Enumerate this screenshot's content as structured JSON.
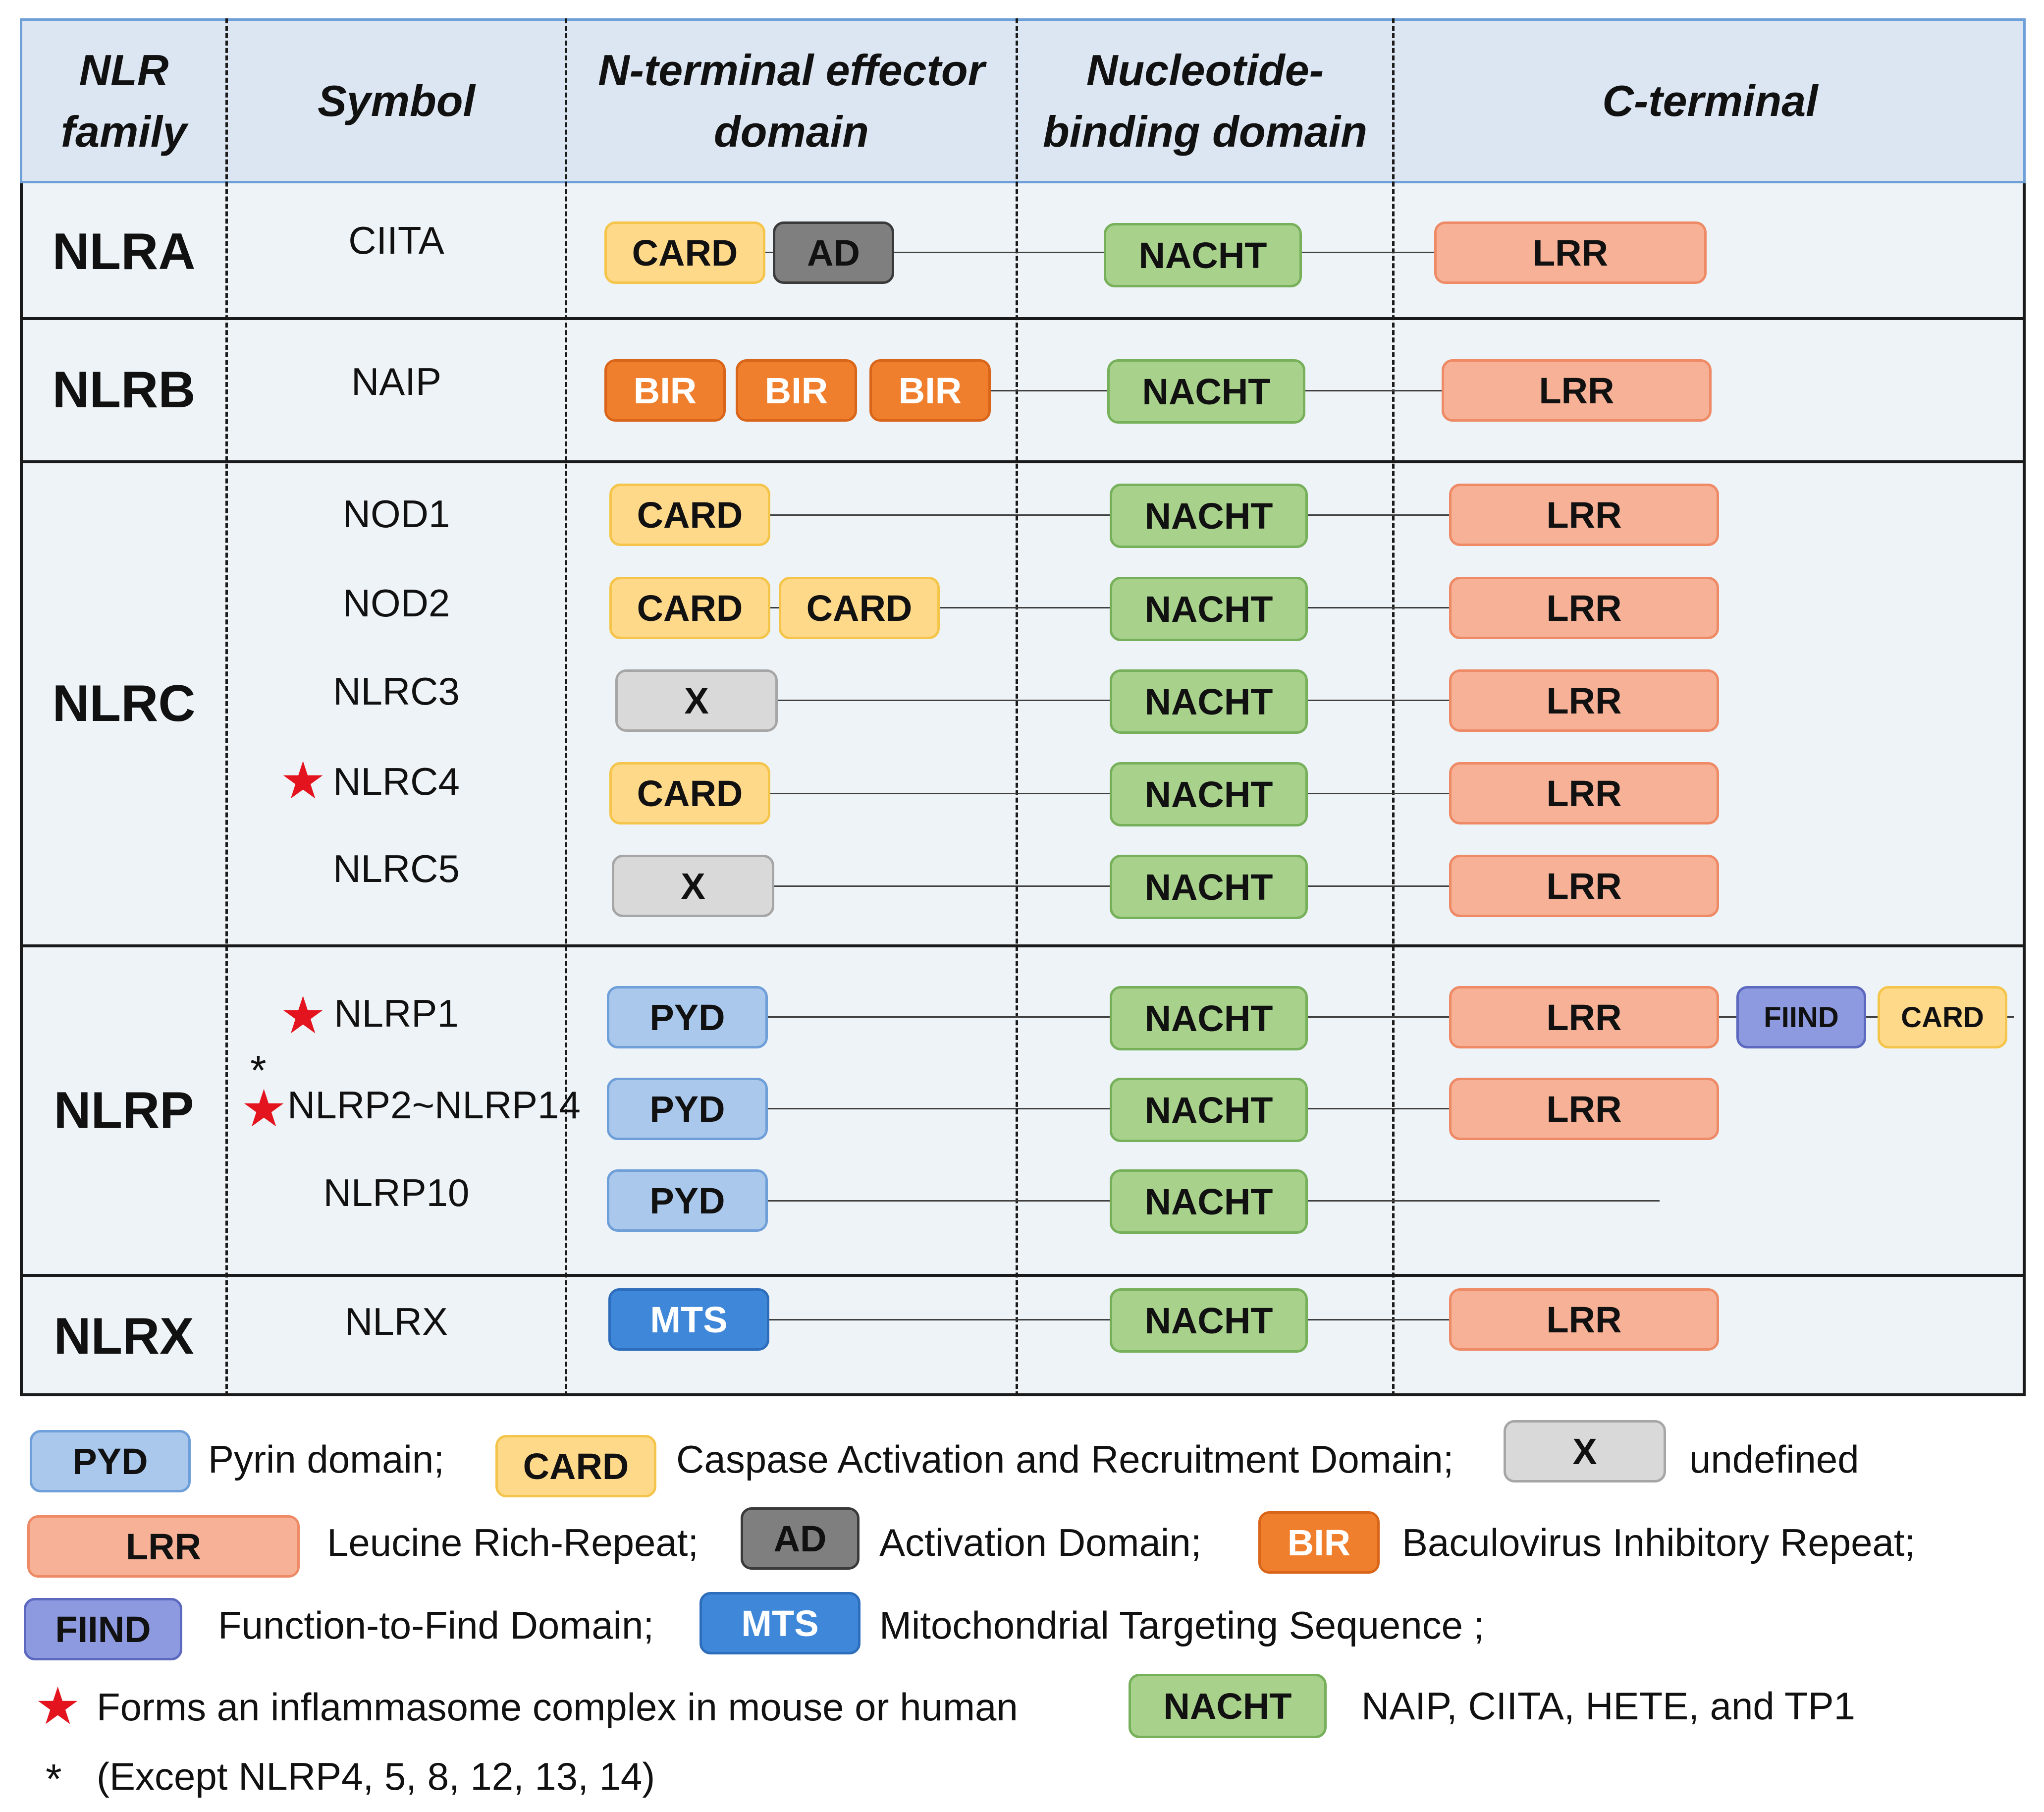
{
  "header": {
    "family": "NLR\nfamily",
    "symbol": "Symbol",
    "n_terminal": "N-terminal effector\ndomain",
    "nucleotide": "Nucleotide-\nbinding domain",
    "c_terminal": "C-terminal"
  },
  "families": [
    "NLRA",
    "NLRB",
    "NLRC",
    "NLRP",
    "NLRX"
  ],
  "rows": [
    {
      "family": "NLRA",
      "symbol": "CIITA",
      "inflammasome": false,
      "n_terminal": [
        "CARD",
        "AD"
      ],
      "nucleotide": "NACHT",
      "c_terminal": [
        "LRR"
      ]
    },
    {
      "family": "NLRB",
      "symbol": "NAIP",
      "inflammasome": false,
      "n_terminal": [
        "BIR",
        "BIR",
        "BIR"
      ],
      "nucleotide": "NACHT",
      "c_terminal": [
        "LRR"
      ]
    },
    {
      "family": "NLRC",
      "symbol": "NOD1",
      "inflammasome": false,
      "n_terminal": [
        "CARD"
      ],
      "nucleotide": "NACHT",
      "c_terminal": [
        "LRR"
      ]
    },
    {
      "family": "NLRC",
      "symbol": "NOD2",
      "inflammasome": false,
      "n_terminal": [
        "CARD",
        "CARD"
      ],
      "nucleotide": "NACHT",
      "c_terminal": [
        "LRR"
      ]
    },
    {
      "family": "NLRC",
      "symbol": "NLRC3",
      "inflammasome": false,
      "n_terminal": [
        "X"
      ],
      "nucleotide": "NACHT",
      "c_terminal": [
        "LRR"
      ]
    },
    {
      "family": "NLRC",
      "symbol": "NLRC4",
      "inflammasome": true,
      "n_terminal": [
        "CARD"
      ],
      "nucleotide": "NACHT",
      "c_terminal": [
        "LRR"
      ]
    },
    {
      "family": "NLRC",
      "symbol": "NLRC5",
      "inflammasome": false,
      "n_terminal": [
        "X"
      ],
      "nucleotide": "NACHT",
      "c_terminal": [
        "LRR"
      ]
    },
    {
      "family": "NLRP",
      "symbol": "NLRP1",
      "inflammasome": true,
      "n_terminal": [
        "PYD"
      ],
      "nucleotide": "NACHT",
      "c_terminal": [
        "LRR",
        "FIIND",
        "CARD"
      ]
    },
    {
      "family": "NLRP",
      "symbol": "NLRP2~NLRP14",
      "inflammasome": true,
      "asterisk": "*",
      "n_terminal": [
        "PYD"
      ],
      "nucleotide": "NACHT",
      "c_terminal": [
        "LRR"
      ]
    },
    {
      "family": "NLRP",
      "symbol": "NLRP10",
      "inflammasome": false,
      "n_terminal": [
        "PYD"
      ],
      "nucleotide": "NACHT",
      "c_terminal": []
    },
    {
      "family": "NLRX",
      "symbol": "NLRX",
      "inflammasome": false,
      "n_terminal": [
        "MTS"
      ],
      "nucleotide": "NACHT",
      "c_terminal": [
        "LRR"
      ]
    }
  ],
  "legend": {
    "pyd": {
      "label": "PYD",
      "text": "Pyrin domain;"
    },
    "card": {
      "label": "CARD",
      "text": "Caspase Activation and Recruitment Domain;"
    },
    "x": {
      "label": "X",
      "text": "undefined"
    },
    "lrr": {
      "label": "LRR",
      "text": "Leucine Rich-Repeat;"
    },
    "ad": {
      "label": "AD",
      "text": "Activation  Domain;"
    },
    "bir": {
      "label": "BIR",
      "text": "Baculovirus Inhibitory Repeat;"
    },
    "fiind": {
      "label": "FIIND",
      "text": "Function-to-Find Domain;"
    },
    "mts": {
      "label": "MTS",
      "text": "Mitochondrial Targeting Sequence ;"
    },
    "star": {
      "symbol": "★",
      "text": "Forms an inflammasome complex in mouse or human"
    },
    "nacht": {
      "label": "NACHT",
      "text": "NAIP, CIITA, HETE, and TP1"
    },
    "asterisk": {
      "symbol": "*",
      "text": "(Except NLRP4, 5, 8, 12, 13, 14)"
    }
  },
  "colors": {
    "header_bg": "#dce6f2",
    "body_bg": "#eef3f7",
    "CARD": "#ffd98a",
    "AD": "#7f7f7f",
    "BIR": "#f07f2d",
    "NACHT": "#a8d28c",
    "LRR": "#f6b196",
    "X": "#d9d9d9",
    "PYD": "#a9c8ec",
    "FIIND": "#8e9ae0",
    "MTS": "#3f87d9",
    "star": "#e3141e"
  }
}
